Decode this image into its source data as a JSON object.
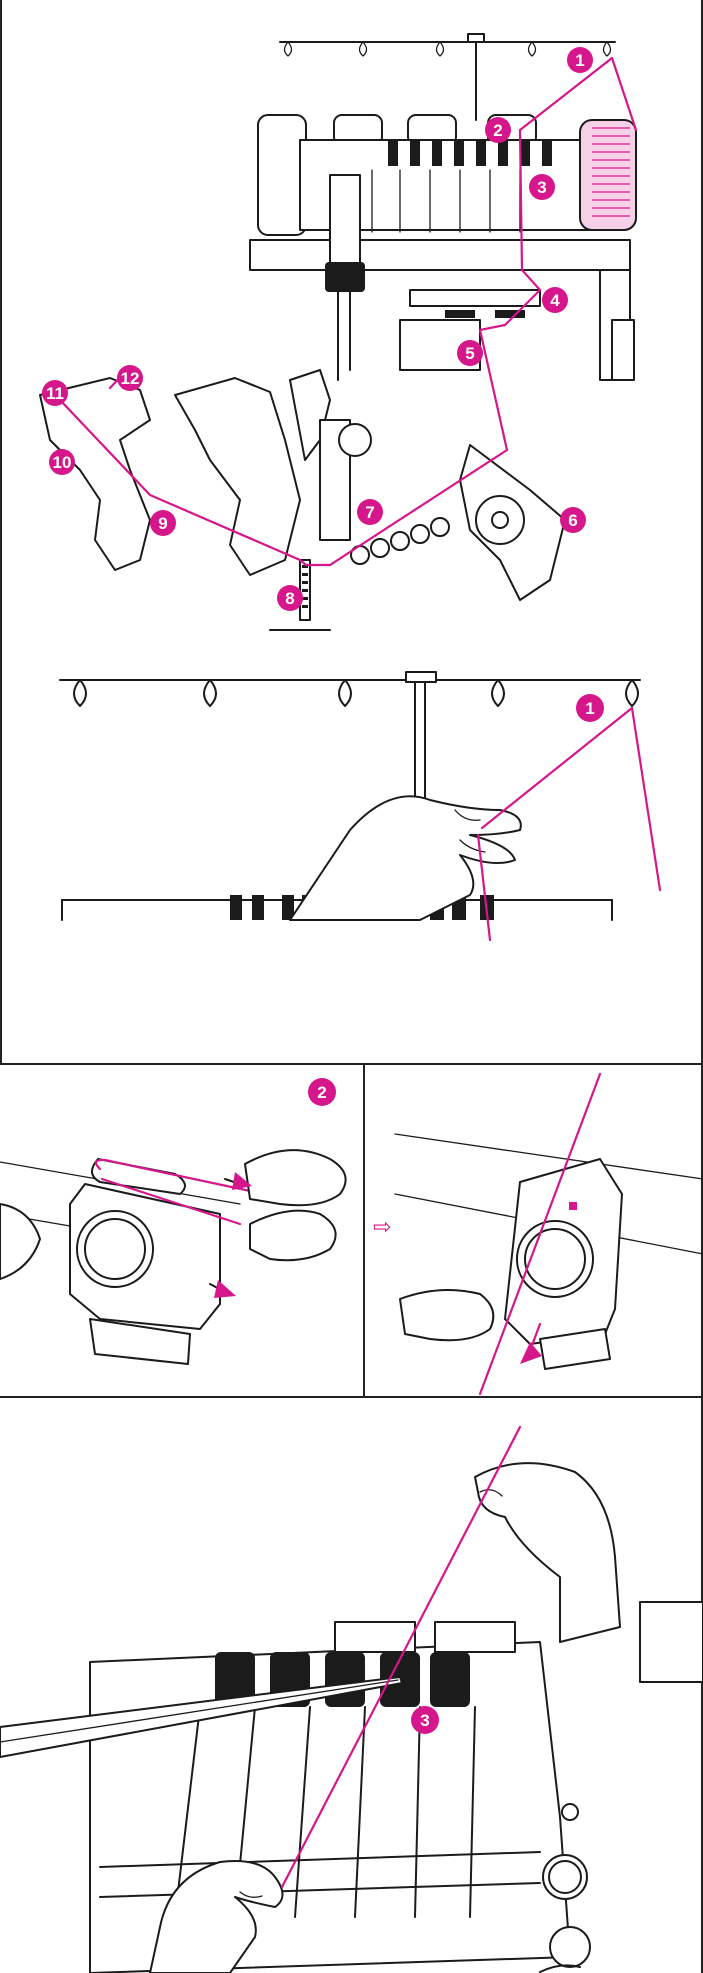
{
  "colors": {
    "thread": "#d6168b",
    "badge": "#d6168b",
    "ink": "#1b1b1b",
    "background": "#ffffff"
  },
  "overview": {
    "labels": [
      "1",
      "2",
      "3",
      "4",
      "5",
      "6",
      "7",
      "8",
      "9",
      "10",
      "11",
      "12"
    ]
  },
  "step1": {
    "label": "1"
  },
  "step2": {
    "label": "2",
    "arrow_glyph": "⇨"
  },
  "step3": {
    "label": "3"
  }
}
